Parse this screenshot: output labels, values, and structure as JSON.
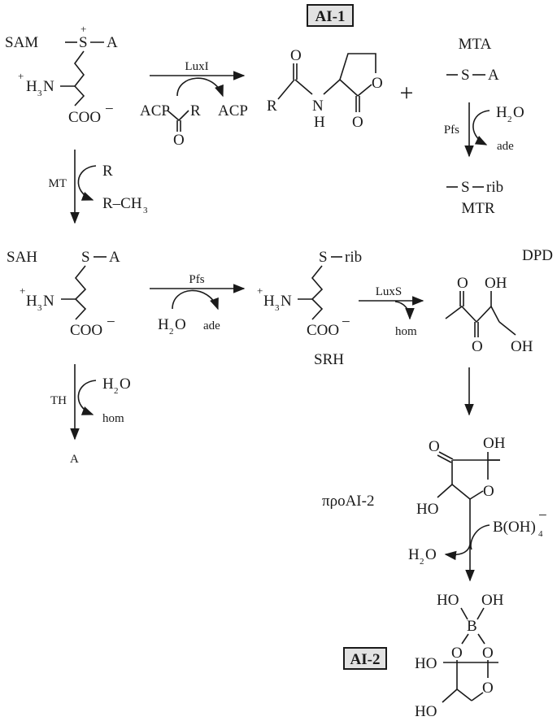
{
  "title_boxes": {
    "ai1": "AI-1",
    "ai2": "AI-2"
  },
  "compounds": {
    "sam": {
      "name": "SAM",
      "plus": "+",
      "s": "S",
      "a": "A",
      "h3n_plus": "+",
      "h3n": "H",
      "h3n_sub": "3",
      "n": "N",
      "coo": "COO",
      "coo_minus": "−"
    },
    "sah": {
      "name": "SAH",
      "s": "S",
      "a": "A",
      "h3n_plus": "+",
      "h3n": "H",
      "h3n_sub": "3",
      "n": "N",
      "coo": "COO",
      "coo_minus": "−"
    },
    "srh": {
      "name": "SRH",
      "s": "S",
      "rib": "rib",
      "h3n_plus": "+",
      "h3n": "H",
      "h3n_sub": "3",
      "n": "N",
      "coo": "COO",
      "coo_minus": "−"
    },
    "mta": {
      "name": "MTA",
      "s": "S",
      "a": "A"
    },
    "mtr": {
      "name": "MTR",
      "s": "S",
      "rib": "rib"
    },
    "dpd": {
      "name": "DPD",
      "o1": "O",
      "o2": "O",
      "oh1": "OH",
      "oh2": "OH"
    },
    "ai1": {
      "r": "R",
      "n": "N",
      "h": "H",
      "o_top": "O",
      "o_ring": "O",
      "o_bottom": "O"
    },
    "proai2": {
      "name": "προAI-2",
      "o": "O",
      "oh": "OH",
      "o_ring": "O",
      "ho": "HO"
    },
    "ai2": {
      "ho1": "HO",
      "oh1": "OH",
      "b": "B",
      "o1": "O",
      "o2": "O",
      "ho2": "HO",
      "o3": "O",
      "ho3": "HO"
    },
    "adenine_final": {
      "a": "A"
    }
  },
  "reactions": {
    "luxi": {
      "enzyme": "LuxI",
      "substrate_left": "ACP",
      "substrate_r": "R",
      "substrate_o": "O",
      "product": "ACP"
    },
    "mt": {
      "enzyme": "MT",
      "in": "R",
      "out_r": "R–CH",
      "out_sub": "3"
    },
    "pfs_mta": {
      "enzyme": "Pfs",
      "in_h": "H",
      "in_sub": "2",
      "in_o": "O",
      "out": "ade"
    },
    "pfs_sah": {
      "enzyme": "Pfs",
      "in_h": "H",
      "in_sub": "2",
      "in_o": "O",
      "out": "ade"
    },
    "luxs": {
      "enzyme": "LuxS",
      "out": "hom"
    },
    "th": {
      "enzyme": "TH",
      "in_h": "H",
      "in_sub": "2",
      "in_o": "O",
      "out": "hom"
    },
    "borate": {
      "in": "B(OH)",
      "in_sub": "4",
      "in_charge": "−",
      "out_h": "H",
      "out_sub": "2",
      "out_o": "O"
    }
  },
  "symbols": {
    "plus": "+"
  },
  "colors": {
    "ink": "#1a1a1a",
    "box_fill": "#e2e2e2"
  }
}
